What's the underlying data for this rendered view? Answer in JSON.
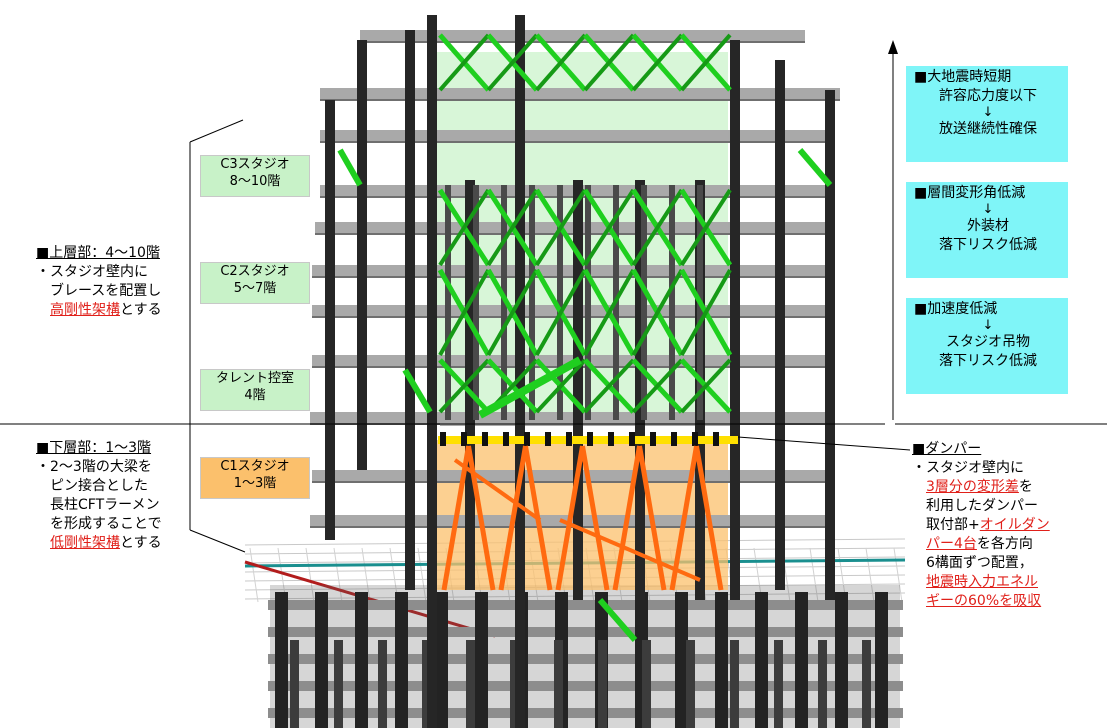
{
  "colors": {
    "steel": "#4a4a4a",
    "steel_dark": "#262626",
    "slab": "#a9a9a9",
    "brace": "#1fcf1f",
    "brace_dark": "#169a16",
    "damper": "#ff6a10",
    "damper_beam": "#ffe000",
    "upper_zone": "#c8f2c8",
    "lower_zone": "#fbc06c",
    "info_box": "#7ff5f8",
    "highlight": "#e0201a"
  },
  "zones": [
    {
      "id": "c3",
      "line1": "C3スタジオ",
      "line2": "8～10階"
    },
    {
      "id": "c2",
      "line1": "C2スタジオ",
      "line2": "5～7階"
    },
    {
      "id": "talent",
      "line1": "タレント控室",
      "line2": "4階"
    },
    {
      "id": "c1",
      "line1": "C1スタジオ",
      "line2": "1～3階"
    }
  ],
  "upper": {
    "heading": "■上層部：4～10階",
    "l1": "・スタジオ壁内に",
    "l2": "ブレースを配置し",
    "l3_red": "高剛性架構",
    "l3_rest": "とする"
  },
  "lower": {
    "heading": "■下層部：1～3階",
    "l1": "・2～3階の大梁を",
    "l2": "ピン接合とした",
    "l3": "長柱CFTラーメン",
    "l4": "を形成することで",
    "l5_red": "低剛性架構",
    "l5_rest": "とする"
  },
  "damper_note": {
    "heading": "■ダンパー",
    "l1": "・スタジオ壁内に",
    "l2_red": "3層分の変形差",
    "l2_rest": "を",
    "l3": "利用したダンパー",
    "l4_pre": "取付部+",
    "l4_red": "オイルダン",
    "l5_red": "パー4台",
    "l5_rest": "を各方向",
    "l6": "6構面ずつ配置，",
    "l7_red": "地震時入力エネル",
    "l8_red": "ギーの60%を吸収"
  },
  "boxes": [
    {
      "title": "■大地震時短期",
      "line1": "許容応力度以下",
      "arrow": "↓",
      "line2": "放送継続性確保"
    },
    {
      "title": "■層間変形角低減",
      "arrow": "↓",
      "line1": "外装材",
      "line2": "落下リスク低減"
    },
    {
      "title": "■加速度低減",
      "arrow": "↓",
      "line1": "スタジオ吊物",
      "line2": "落下リスク低減"
    }
  ]
}
